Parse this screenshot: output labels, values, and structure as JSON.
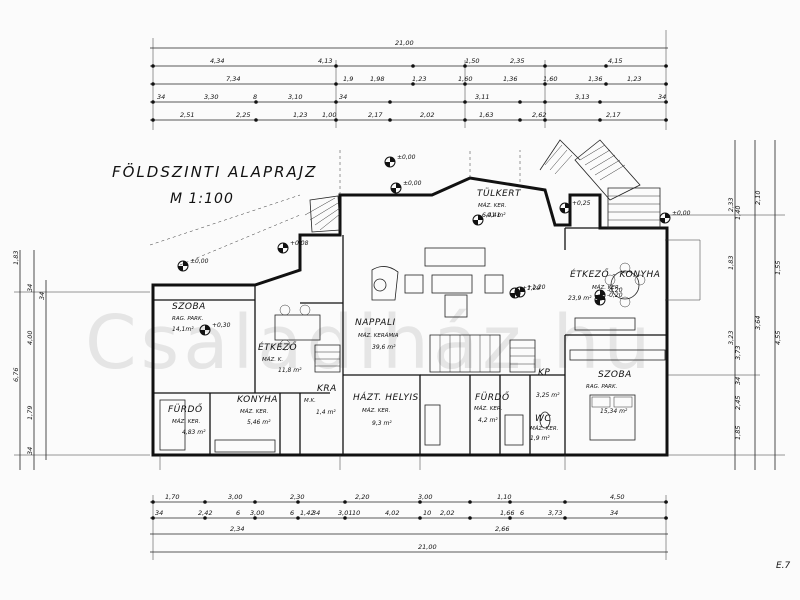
{
  "title": "FÖLDSZINTI ALAPRAJZ",
  "scale": "M 1:100",
  "watermark": "Csaladiház.hu",
  "corner_text": "E.7",
  "rooms": {
    "szoba1": {
      "name": "SZOBA",
      "floor": "RAG. PARK.",
      "area": "14,1m²"
    },
    "etkezo1": {
      "name": "ÉTKEZŐ",
      "floor": "MÁZ. K.",
      "area": "11,8 m²"
    },
    "furdo1": {
      "name": "FÜRDŐ",
      "floor": "MÁZ. KER.",
      "area": "4,83 m²"
    },
    "konyha1": {
      "name": "KONYHA",
      "floor": "MÁZ. KER.",
      "area": "5,46 m²"
    },
    "kamra": {
      "name": "KRA",
      "floor": "M.K.",
      "area": "1,4 m²"
    },
    "nappali": {
      "name": "NAPPALI",
      "floor": "MÁZ. KERÁMIA",
      "area": "39,6 m²"
    },
    "hazt_helyiseg": {
      "name": "HÁZT. HELYIS.",
      "floor": "MÁZ. KER.",
      "area": "9,3 m²"
    },
    "furdo2": {
      "name": "FÜRDŐ",
      "floor": "MÁZ. KER.",
      "area": "4,2 m²"
    },
    "wc": {
      "name": "WC",
      "floor": "MÁZ. KER.",
      "area": "1,9 m²"
    },
    "kp": {
      "name": "KP",
      "floor": "",
      "area": "3,25 m²"
    },
    "tolkert": {
      "name": "TÜLKERT",
      "floor": "MÁZ. KER.",
      "area": "6,41 m²"
    },
    "etkezo_konyha": {
      "name": "ÉTKEZŐ - KONYHA",
      "floor": "MÁZ. KER.",
      "area": "23,9 m²"
    },
    "szoba2": {
      "name": "SZOBA",
      "floor": "RAG. PARK.",
      "area": "15,34 m²"
    }
  },
  "levels": [
    "±0,00",
    "±0,00",
    "+0,08",
    "+1,20",
    "-0,20",
    "±0,00",
    "+0,25",
    "+0,30",
    "±0,00",
    "+1,20",
    "-0,20",
    "-0,41"
  ],
  "dimensions": {
    "top_total": "21,00",
    "top_row1": [
      "4,34",
      "4,13",
      "1,50",
      "2,35",
      "4,15"
    ],
    "top_row2": [
      "7,34",
      "1,9",
      "1,98",
      "1,23",
      "1,60",
      "1,36",
      "1,60",
      "1,36",
      "1,23"
    ],
    "top_row3": [
      "34",
      "3,30",
      "8",
      "3,10",
      "34",
      "3,11",
      "3,13",
      "34"
    ],
    "top_row4": [
      "2,51",
      "2,25",
      "1,23",
      "1,00",
      "2,17",
      "2,02",
      "1,63",
      "2,62",
      "2,17"
    ],
    "bottom_row1": [
      "1,70",
      "3,00",
      "2,30",
      "2,20",
      "3,00",
      "1,10",
      "4,50"
    ],
    "bottom_row2": [
      "34",
      "2,42",
      "6",
      "3,00",
      "6",
      "1,42",
      "34",
      "3,01",
      "10",
      "4,02",
      "10",
      "2,02",
      "1,66",
      "6",
      "3,73",
      "34"
    ],
    "bottom_row3": [
      "2,34",
      "2,66"
    ],
    "bottom_total": "21,00",
    "left": [
      "1,83",
      "34",
      "4,00",
      "34",
      "6,76",
      "1,79",
      "34"
    ],
    "right": [
      "2,33",
      "1,40",
      "2,10",
      "1,83",
      "3,23",
      "3,64",
      "1,55",
      "3,73",
      "2,45",
      "1,85",
      "34",
      "4,55"
    ]
  }
}
